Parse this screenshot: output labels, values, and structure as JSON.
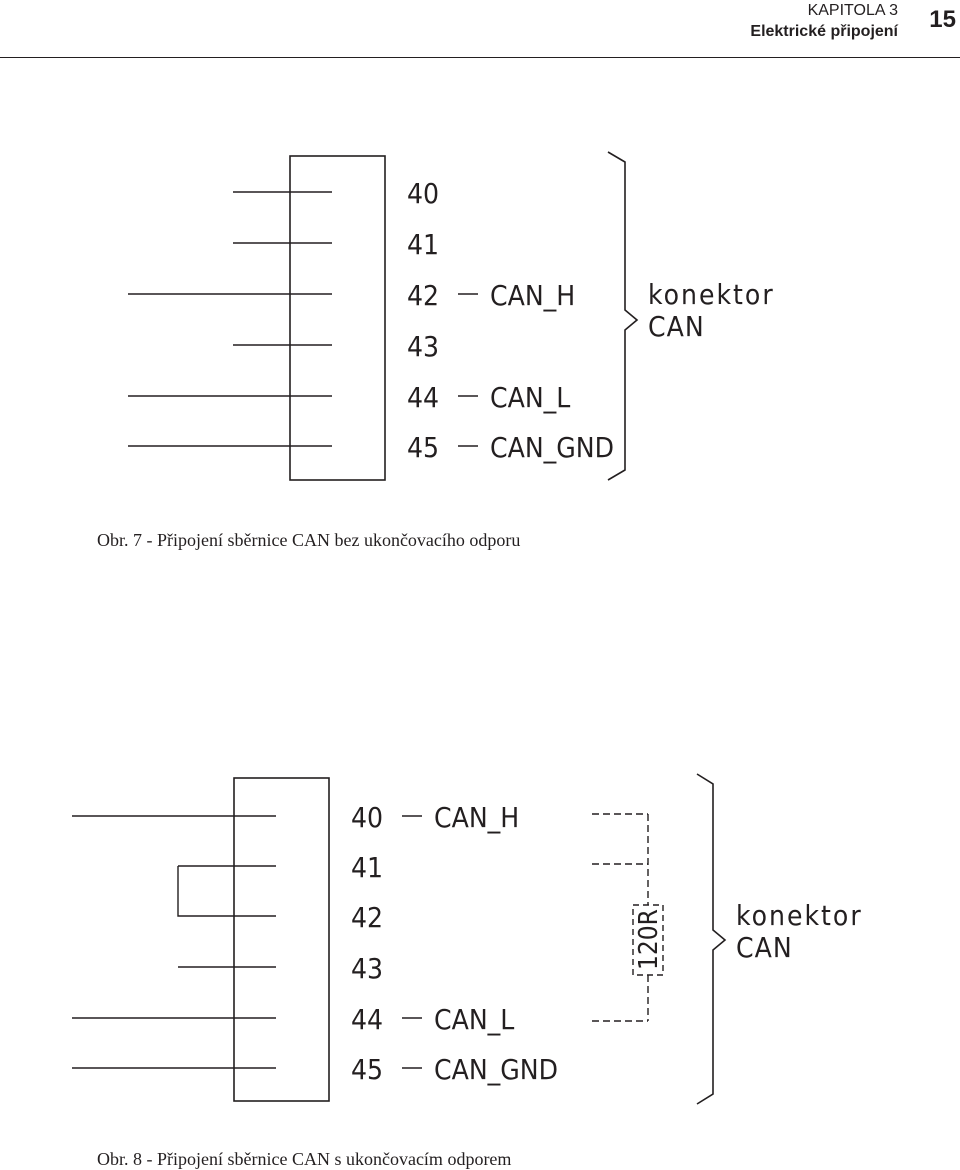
{
  "header": {
    "chapter": "KAPITOLA 3",
    "section": "Elektrické připojení",
    "page_number": "15"
  },
  "figure1": {
    "pins": [
      "40",
      "41",
      "42",
      "43",
      "44",
      "45"
    ],
    "signals": {
      "42": "CAN_H",
      "44": "CAN_L",
      "45": "CAN_GND"
    },
    "dash": "—",
    "connector_label_line1": "konektor",
    "connector_label_line2": "CAN",
    "caption": "Obr. 7 - Připojení sběrnice CAN bez ukončovacího odporu"
  },
  "figure2": {
    "pins": [
      "40",
      "41",
      "42",
      "43",
      "44",
      "45"
    ],
    "signals": {
      "40": "CAN_H",
      "44": "CAN_L",
      "45": "CAN_GND"
    },
    "dash": "—",
    "resistor_label": "120R",
    "connector_label_line1": "konektor",
    "connector_label_line2": "CAN",
    "caption": "Obr. 8 - Připojení sběrnice CAN s ukončovacím odporem"
  }
}
